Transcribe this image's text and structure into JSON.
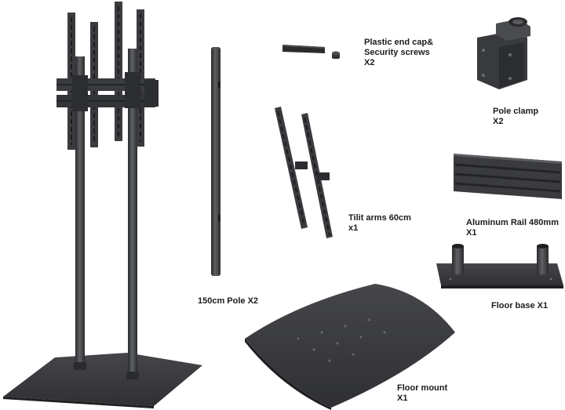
{
  "colors": {
    "metal_dark": "#2e2f31",
    "metal_mid": "#3d3e40",
    "metal_light": "#5a5b5e",
    "text": "#1c1c1c",
    "background": "#ffffff"
  },
  "parts": {
    "end_cap": {
      "line1": "Plastic end cap&",
      "line2": "Security screws",
      "line3": "X2"
    },
    "pole_clamp": {
      "line1": "Pole clamp",
      "line2": "X2"
    },
    "tilt_arms": {
      "line1": "Tilit arms 60cm",
      "line2": "x1"
    },
    "aluminum_rail": {
      "line1": "Aluminum Rail 480mm",
      "line2": "X1"
    },
    "pole": {
      "line1": "150cm Pole X2"
    },
    "floor_base": {
      "line1": "Floor base X1"
    },
    "floor_mount": {
      "line1": "Floor mount",
      "line2": "X1"
    }
  }
}
